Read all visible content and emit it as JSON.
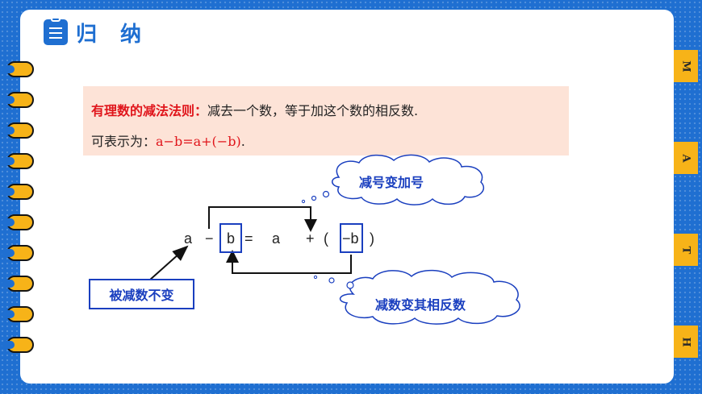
{
  "header": {
    "title": "归 纳",
    "icon": "clipboard-icon"
  },
  "side_tabs": [
    "M",
    "A",
    "T",
    "H"
  ],
  "rule": {
    "label": "有理数的减法法则：",
    "text": "减去一个数，等于加这个数的相反数.",
    "formula_prefix": "可表示为：",
    "formula": "a−b=a+(−b)",
    "formula_suffix": "."
  },
  "diagram": {
    "a_left": "a",
    "minus": "−",
    "b_left": "b",
    "equals": "=",
    "a_right": "a",
    "plus": "+",
    "open_paren": "(",
    "neg_b": "−b",
    "close_paren": ")",
    "label_unchanged": "被减数不变",
    "cloud_top": "减号变加号",
    "cloud_bottom": "减数变其相反数"
  },
  "colors": {
    "background": "#1f6fd1",
    "accent": "#f7b318",
    "rule_red": "#e0151b",
    "diagram_blue": "#1a3fbf",
    "rule_bg": "#fde3d7"
  }
}
